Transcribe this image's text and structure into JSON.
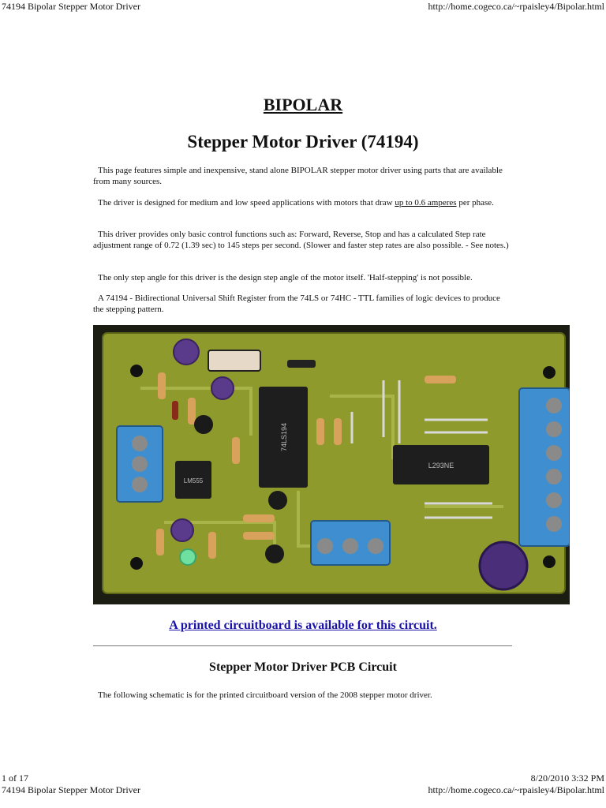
{
  "print_header": {
    "title": "74194 Bipolar Stepper Motor Driver",
    "url": "http://home.cogeco.ca/~rpaisley4/Bipolar.html"
  },
  "page": {
    "title": "BIPOLAR",
    "subtitle": "Stepper Motor Driver (74194)",
    "paragraphs": {
      "p1": "This page features simple and inexpensive, stand alone BIPOLAR stepper motor driver using parts that are available from many sources.",
      "p2_before": "The driver is designed for medium and low speed applications with motors that draw ",
      "p2_link": "up to 0.6 amperes",
      "p2_after": " per phase.",
      "p3": "This driver provides only basic control functions such as: Forward, Reverse, Stop and has a calculated Step rate adjustment range of 0.72 (1.39 sec) to 145 steps per second. (Slower and faster step rates are also possible. - See notes.)",
      "p4": "The only step angle for this driver is the design step angle of the motor itself. 'Half-stepping' is not possible.",
      "p5": "A 74194 - Bidirectional Universal Shift Register from the 74LS or 74HC - TTL families of logic devices to produce the stepping pattern."
    },
    "pcb_link": "A printed circuitboard is available for this circuit.",
    "section_title": "Stepper Motor Driver PCB Circuit",
    "section_text": "The following schematic is for the printed circuitboard version of the 2008 stepper motor driver.",
    "photo": {
      "chip1_label": "74LS194",
      "chip2_label": "L293NE",
      "chip3_label": "LM555",
      "colors": {
        "board": "#8f9a2c",
        "terminal": "#3f8fd0",
        "chip": "#1e1e1e",
        "capacitor": "#5a3a8a"
      }
    }
  },
  "print_footer": {
    "page_of": "1 of 17",
    "datetime": "8/20/2010 3:32 PM"
  }
}
